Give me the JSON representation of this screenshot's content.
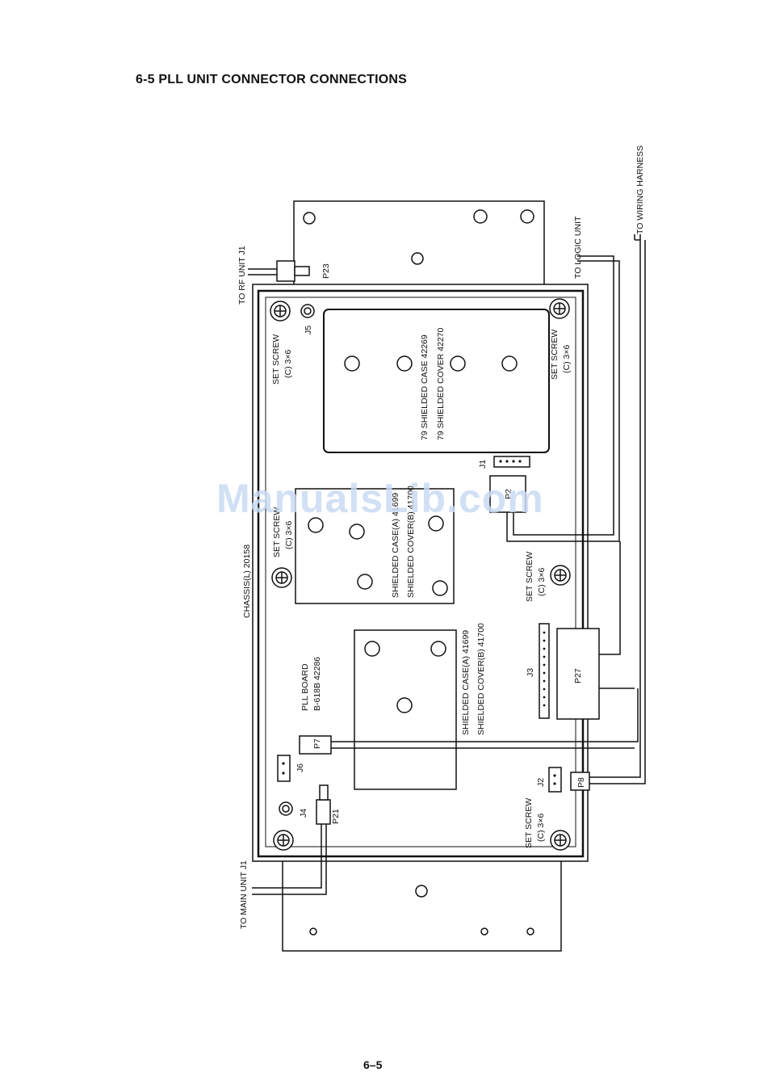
{
  "page": {
    "title": "6-5  PLL UNIT CONNECTOR CONNECTIONS",
    "page_number": "6–5",
    "watermark": "ManualsLib.com"
  },
  "labels": {
    "to_wiring_harness": "TO WIRING HARNESS",
    "to_logic_unit": "TO LOGIC UNIT",
    "to_rf_unit": "TO RF UNIT J1",
    "to_main_unit": "TO MAIN UNIT J1",
    "p23": "P23",
    "p21": "P21",
    "j5": "J5",
    "j4": "J4",
    "j6": "J6",
    "j1": "J1",
    "j2": "J2",
    "j3": "J3",
    "p7": "P7",
    "p8": "P8",
    "p27": "P27",
    "p2": "P2",
    "chassis": "CHASSIS(L)  20158",
    "pll_board_1": "PLL BOARD",
    "pll_board_2": "B-618B  42286",
    "set_screw_1": "SET SCREW",
    "set_screw_2": "(C)  3×6",
    "shield_top_1": "79 SHIELDED CASE  42269",
    "shield_top_2": "79 SHIELDED COVER  42270",
    "shield_mid_1": "SHIELDED CASE(A)  41699",
    "shield_mid_2": "SHIELDED COVER(B)  41700",
    "shield_low_1": "SHIELDED CASE(A)  41699",
    "shield_low_2": "SHIELDED COVER(B)  41700"
  }
}
